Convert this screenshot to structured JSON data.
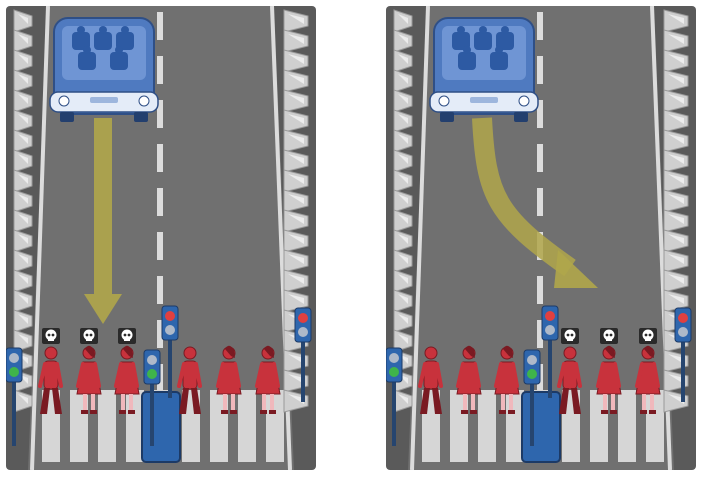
{
  "scenarios": [
    {
      "id": "left",
      "outcome": "straight",
      "pedestrian_count": 6,
      "pedestrians": [
        {
          "gender": "male",
          "dead": true
        },
        {
          "gender": "female",
          "dead": true
        },
        {
          "gender": "female",
          "dead": true
        },
        {
          "gender": "male",
          "dead": false
        },
        {
          "gender": "female",
          "dead": false
        },
        {
          "gender": "female",
          "dead": false
        }
      ],
      "crossing_signal": "walk"
    },
    {
      "id": "right",
      "outcome": "swerve",
      "pedestrian_count": 6,
      "pedestrians": [
        {
          "gender": "male",
          "dead": false
        },
        {
          "gender": "female",
          "dead": false
        },
        {
          "gender": "female",
          "dead": false
        },
        {
          "gender": "male",
          "dead": true
        },
        {
          "gender": "female",
          "dead": true
        },
        {
          "gender": "female",
          "dead": true
        }
      ],
      "crossing_signal": "walk"
    }
  ],
  "icons": {
    "death": "skull-icon",
    "vehicle": "autonomous-car-icon",
    "walk_signal": "pedestrian-signal-icon",
    "stop_signal": "stop-hand-icon"
  },
  "colors": {
    "road": "#707070",
    "lane": "#dcdcdc",
    "car": "#4f7ac0",
    "arrow": "#b0a64a",
    "pedestrian": "#c8323c",
    "signal": "#2e66ad",
    "barrier": "#b5b5b5"
  }
}
